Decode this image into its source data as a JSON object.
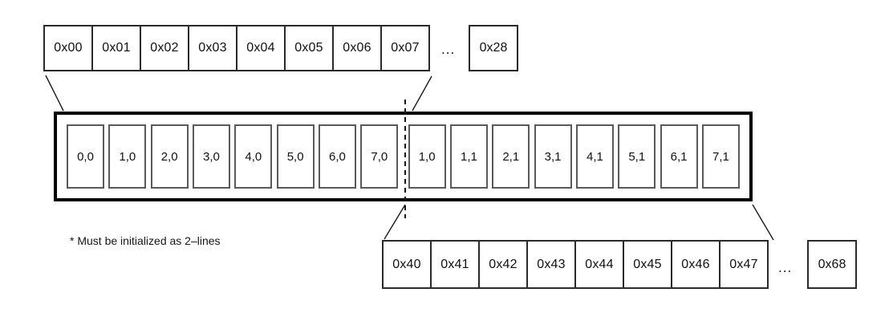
{
  "top_row": {
    "cells": [
      "0x00",
      "0x01",
      "0x02",
      "0x03",
      "0x04",
      "0x05",
      "0x06",
      "0x07"
    ],
    "ellipsis": "...",
    "tail": "0x28"
  },
  "buffer": {
    "cells": [
      "0,0",
      "1,0",
      "2,0",
      "3,0",
      "4,0",
      "5,0",
      "6,0",
      "7,0",
      "1,0",
      "1,1",
      "2,1",
      "3,1",
      "4,1",
      "5,1",
      "6,1",
      "7,1"
    ]
  },
  "bottom_row": {
    "cells": [
      "0x40",
      "0x41",
      "0x42",
      "0x43",
      "0x44",
      "0x45",
      "0x46",
      "0x47"
    ],
    "ellipsis": "...",
    "tail": "0x68"
  },
  "footnote": "* Must be initialized as 2–lines",
  "colors": {
    "background": "#ffffff",
    "thick_border": "#000000",
    "cell_border": "#5a5a5a",
    "line": "#1a1a1a",
    "text": "#111111"
  }
}
